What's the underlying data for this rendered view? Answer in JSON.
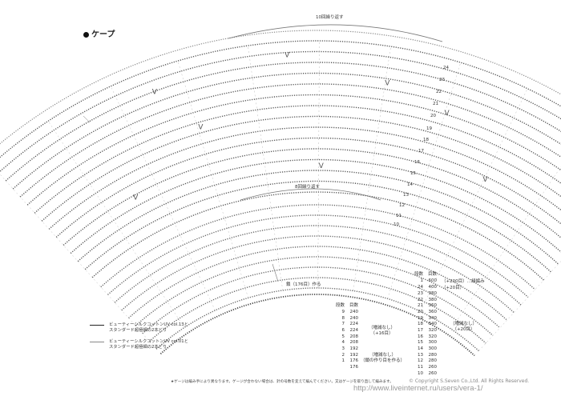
{
  "title": "ケープ",
  "annotations": {
    "outer_repeat": "10回繰り返す",
    "inner_repeat": "8回繰り返す",
    "chain_start": "鎖（176目）作る"
  },
  "row_numbers_outer": [
    "24",
    "23",
    "22",
    "21",
    "20",
    "19",
    "18",
    "17",
    "16",
    "15",
    "14",
    "13",
    "12",
    "11",
    "10"
  ],
  "legend": [
    {
      "text1": "ビューティーシルクコットンUV col.13と",
      "text2": "スタンダード超極細の2本どり"
    },
    {
      "text1": "ビューティーシルクコットンUV col.01と",
      "text2": "スタンダード超極細の2本どり"
    }
  ],
  "table_left": {
    "header": [
      "段数",
      "目数"
    ],
    "rows": [
      [
        "9",
        "240"
      ],
      [
        "8",
        "240"
      ],
      [
        "7",
        "224"
      ],
      [
        "6",
        "224"
      ],
      [
        "5",
        "208"
      ],
      [
        "4",
        "208"
      ],
      [
        "3",
        "192"
      ],
      [
        "2",
        "192"
      ],
      [
        "1",
        "176"
      ],
      [
        "",
        "176"
      ]
    ],
    "notes": [
      "（増減なし）",
      "（+16目）",
      "（増減なし）",
      "（鎖の作り目を作る）"
    ]
  },
  "table_right": {
    "header": [
      "段数",
      "目数"
    ],
    "rows": [
      [
        "1",
        "600",
        "（+200目）…緑編み"
      ],
      [
        "24",
        "400",
        "（+20目）"
      ],
      [
        "23",
        "380",
        ""
      ],
      [
        "22",
        "380",
        ""
      ],
      [
        "21",
        "360",
        ""
      ],
      [
        "20",
        "360",
        ""
      ],
      [
        "19",
        "340",
        ""
      ],
      [
        "18",
        "340",
        ""
      ],
      [
        "17",
        "320",
        ""
      ],
      [
        "16",
        "320",
        ""
      ],
      [
        "15",
        "300",
        ""
      ],
      [
        "14",
        "300",
        ""
      ],
      [
        "13",
        "280",
        ""
      ],
      [
        "12",
        "280",
        ""
      ],
      [
        "11",
        "260",
        ""
      ],
      [
        "10",
        "260",
        ""
      ]
    ],
    "notes": [
      "（増減なし）",
      "（+20目）"
    ]
  },
  "footnote": "★ゲージは編み手により異なります。ゲージが合わない場合は、針の号数を変えて編んでください。又はゲージを取り直して編みます。",
  "copyright": "© Copyright S.Seven Co.,Ltd. All Rights Reserved.",
  "watermark": "http://www.liveinternet.ru/users/vera-1/"
}
